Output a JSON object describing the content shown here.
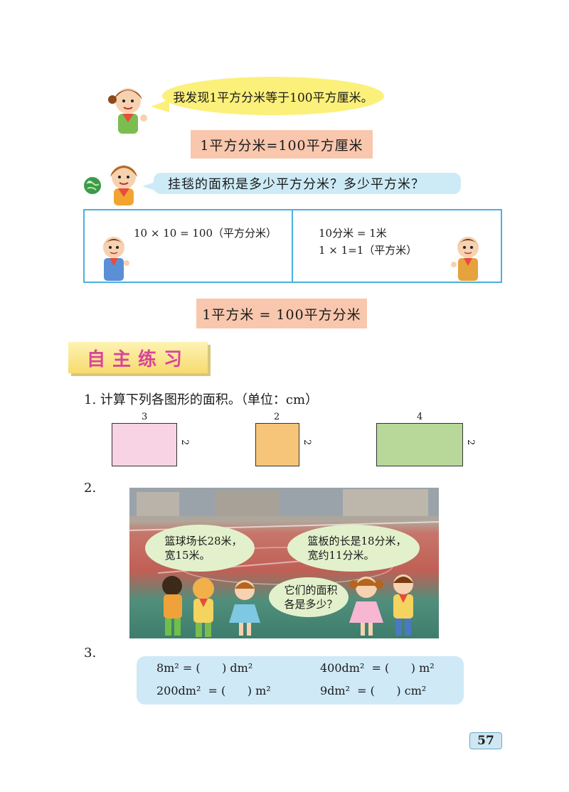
{
  "intro": {
    "girl_speech": "我发现1平方分米等于100平方厘米。",
    "formula1": "1平方分米=100平方厘米",
    "question": "挂毯的面积是多少平方分米？多少平方米？",
    "calc_left": "10 × 10 = 100（平方分米）",
    "calc_right_line1": "10分米 = 1米",
    "calc_right_line2": "1 × 1=1（平方米）",
    "formula2": "1平方米 = 100平方分米"
  },
  "section_title": "自主练习",
  "q1": {
    "number": "1.",
    "text": "计算下列各图形的面积。（单位：cm）",
    "shapes": [
      {
        "top_label": "3",
        "side_label": "2",
        "color": "#f7d3e4"
      },
      {
        "top_label": "2",
        "side_label": "2",
        "color": "#f6c57a"
      },
      {
        "top_label": "4",
        "side_label": "2",
        "color": "#b7d899"
      }
    ]
  },
  "q2": {
    "number": "2.",
    "speech1": "篮球场长28米，\n宽15米。",
    "speech2": "篮板的长是18分米，\n宽约11分米。",
    "speech3": "它们的面积\n各是多少？"
  },
  "q3": {
    "number": "3.",
    "row1_left": "8m² = (      ) dm²",
    "row1_right": "400dm²  = (      ) m²",
    "row2_left": "200dm²  = (      ) m²",
    "row2_right": "9dm²  = (      ) cm²"
  },
  "page_number": "57"
}
